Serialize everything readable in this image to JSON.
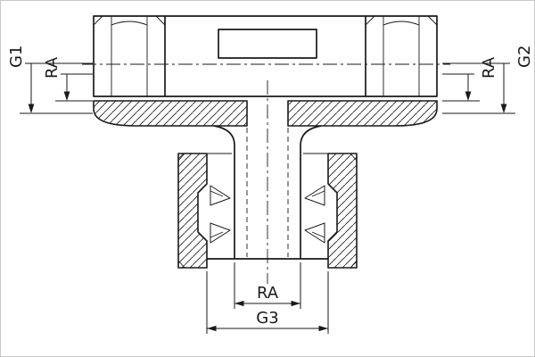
{
  "drawing": {
    "labels": {
      "g1": "G1",
      "ra_left": "RA",
      "ra_right": "RA",
      "g2": "G2",
      "ra_bottom": "RA",
      "g3": "G3"
    }
  },
  "colors": {
    "line": "#1a1a1a",
    "background": "#ffffff",
    "border": "#c8c8c8"
  }
}
